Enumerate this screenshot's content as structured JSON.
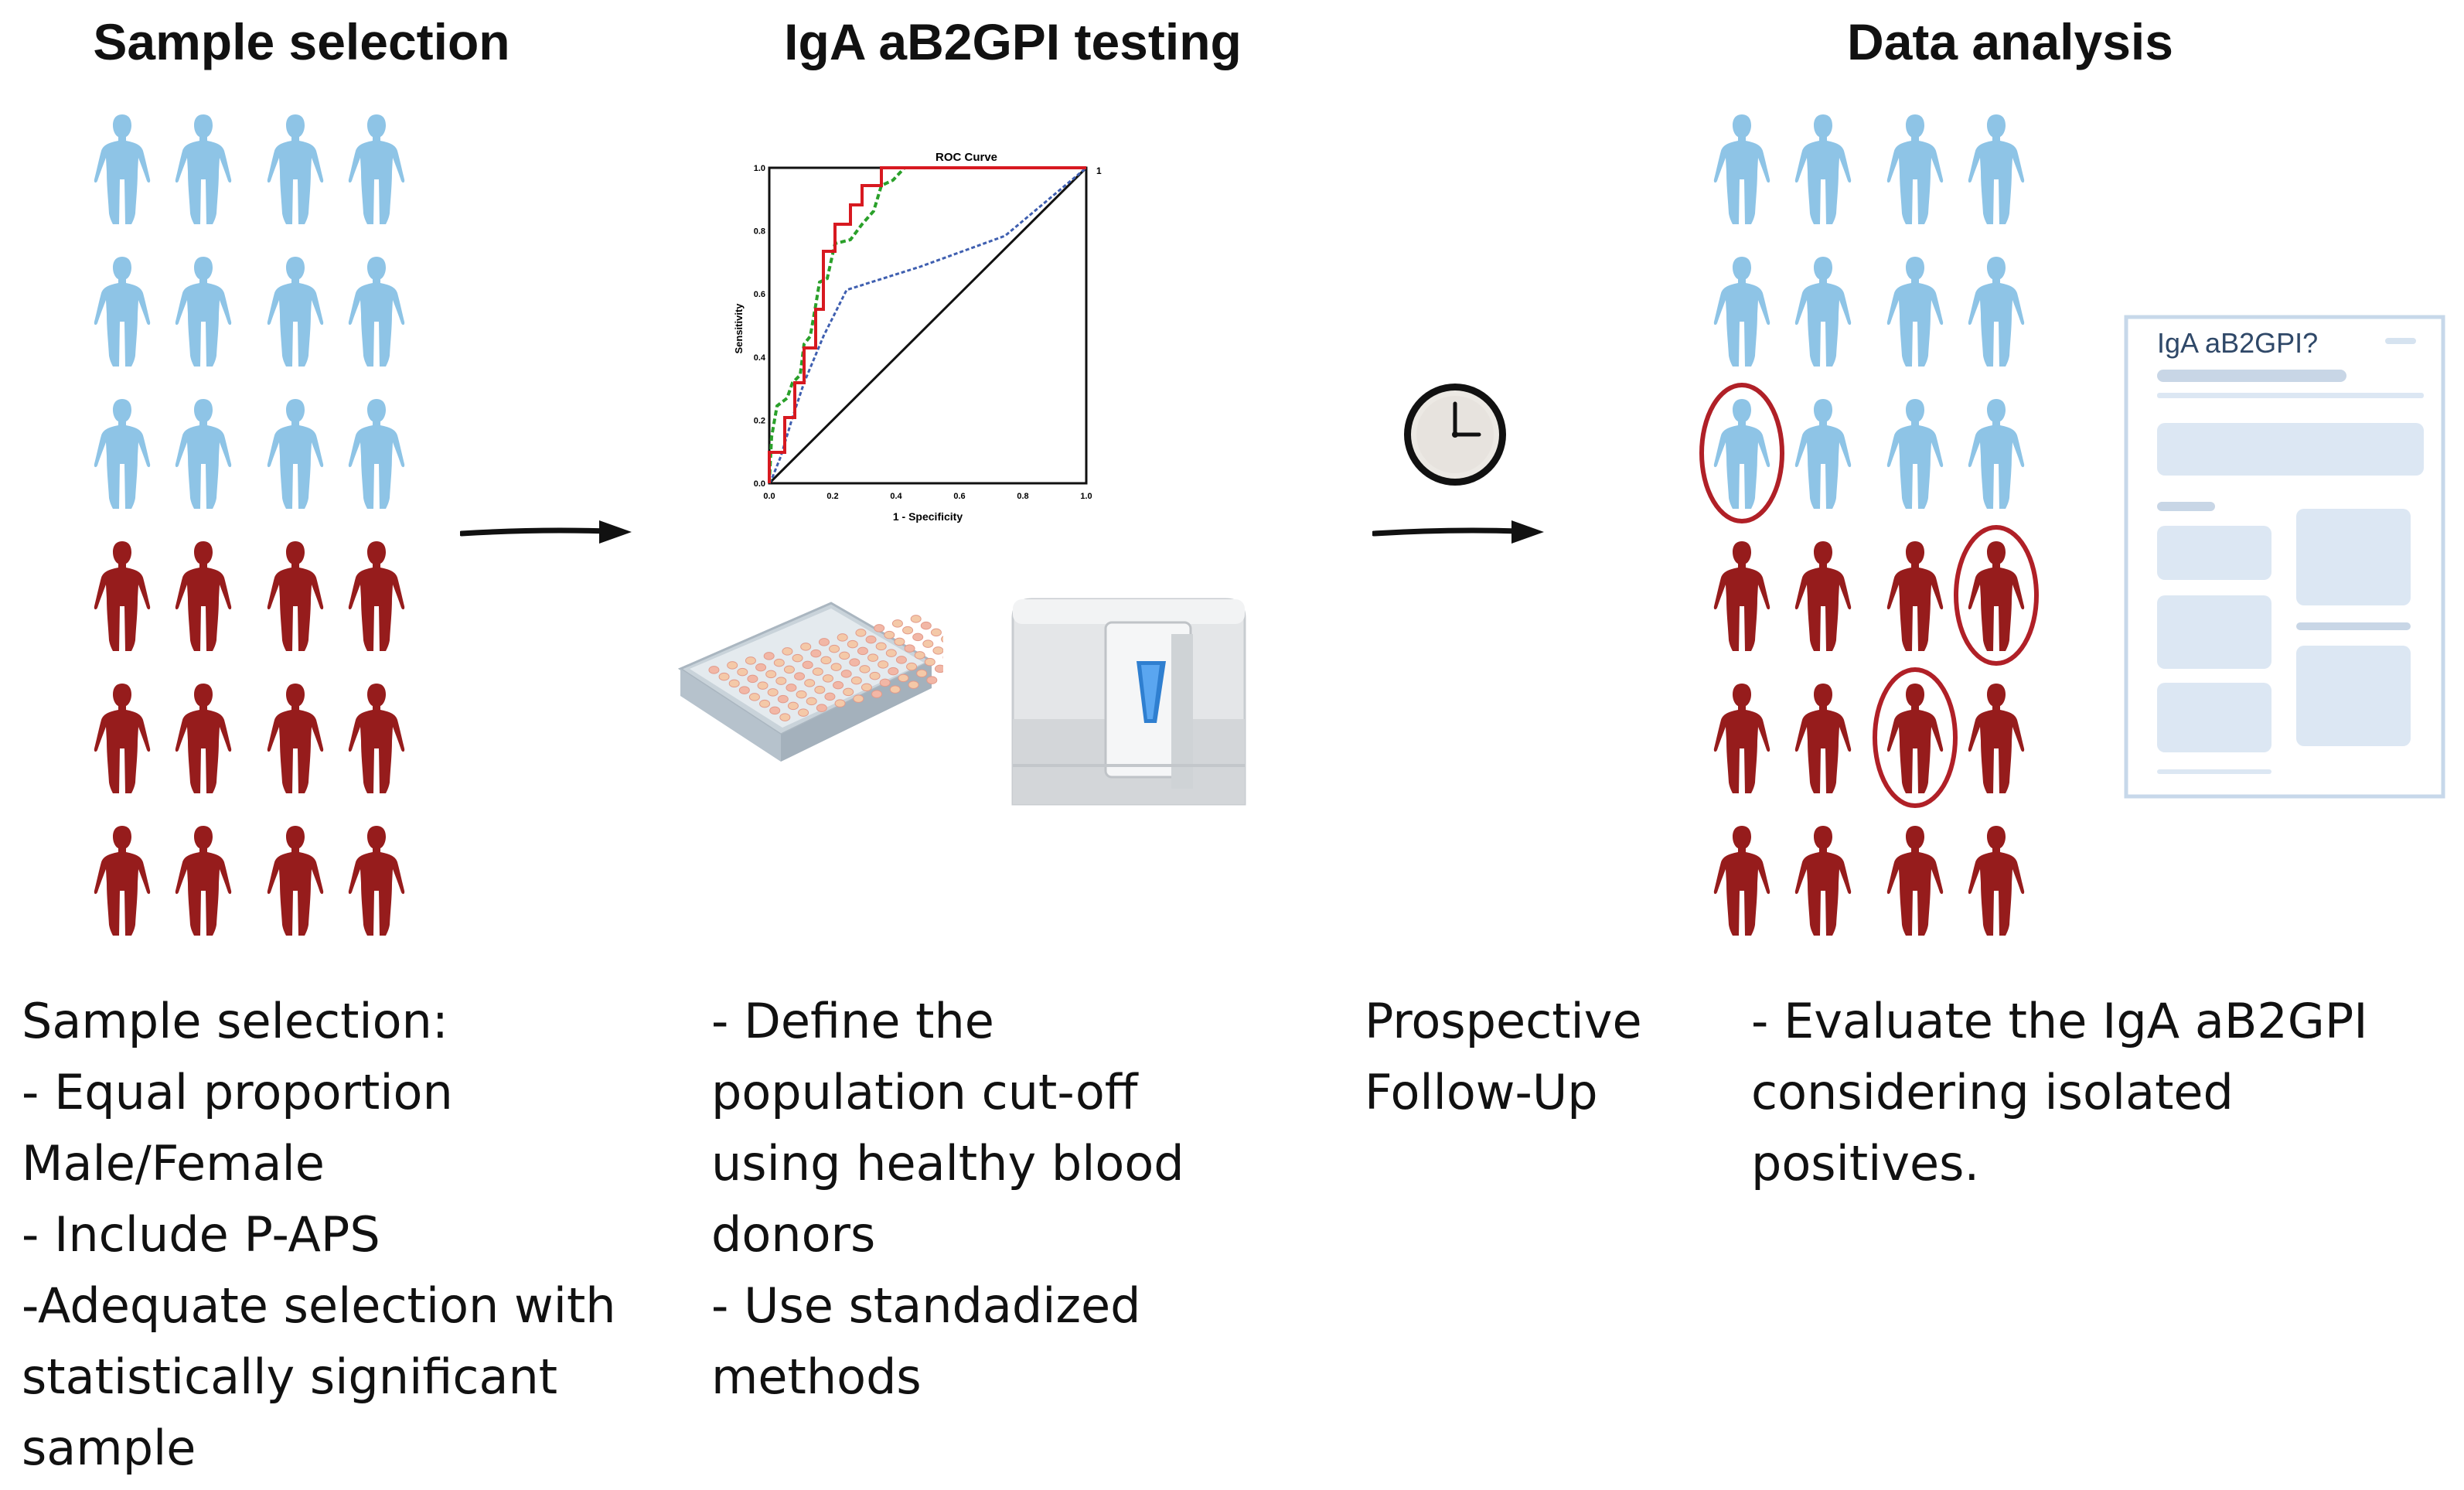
{
  "headings": {
    "sample_selection": "Sample selection",
    "testing": "IgA aB2GPI testing",
    "analysis": "Data analysis"
  },
  "captions": {
    "sample_selection": "Sample selection:\n- Equal proportion\nMale/Female\n- Include P-APS\n-Adequate selection with\nstatistically significant\nsample",
    "testing": "- Define the\npopulation cut-off\nusing healthy blood\ndonors\n- Use standadized\nmethods",
    "follow_up": "Prospective\nFollow-Up",
    "analysis": "- Evaluate the IgA aB2GPI\nconsidering isolated\npositives."
  },
  "roc": {
    "title": "ROC Curve",
    "xlabel": "1 - Specificity",
    "ylabel": "Sensitivity",
    "x_ticks": [
      "0.0",
      "0.2",
      "0.4",
      "0.6",
      "0.8",
      "1.0"
    ],
    "y_ticks": [
      "0.0",
      "0.2",
      "0.4",
      "0.6",
      "0.8",
      "1.0"
    ]
  },
  "report": {
    "title": "IgA aB2GPI?"
  },
  "colors": {
    "healthy": "#8ec4e6",
    "patient": "#961c1c",
    "highlight_ring": "#b02027",
    "roc_red": "#d71920",
    "roc_green": "#2aa02a",
    "roc_blue": "#3f5fb0",
    "report_panel": "#dce7f3"
  },
  "people_grid_left": {
    "rows": [
      "healthy",
      "healthy",
      "healthy",
      "patient",
      "patient",
      "patient"
    ],
    "per_row": 4
  },
  "people_grid_right": {
    "rows": [
      "healthy",
      "healthy",
      "healthy",
      "patient",
      "patient",
      "patient"
    ],
    "per_row": 4,
    "circled": [
      [
        2,
        0
      ],
      [
        3,
        3
      ],
      [
        4,
        2
      ]
    ]
  }
}
